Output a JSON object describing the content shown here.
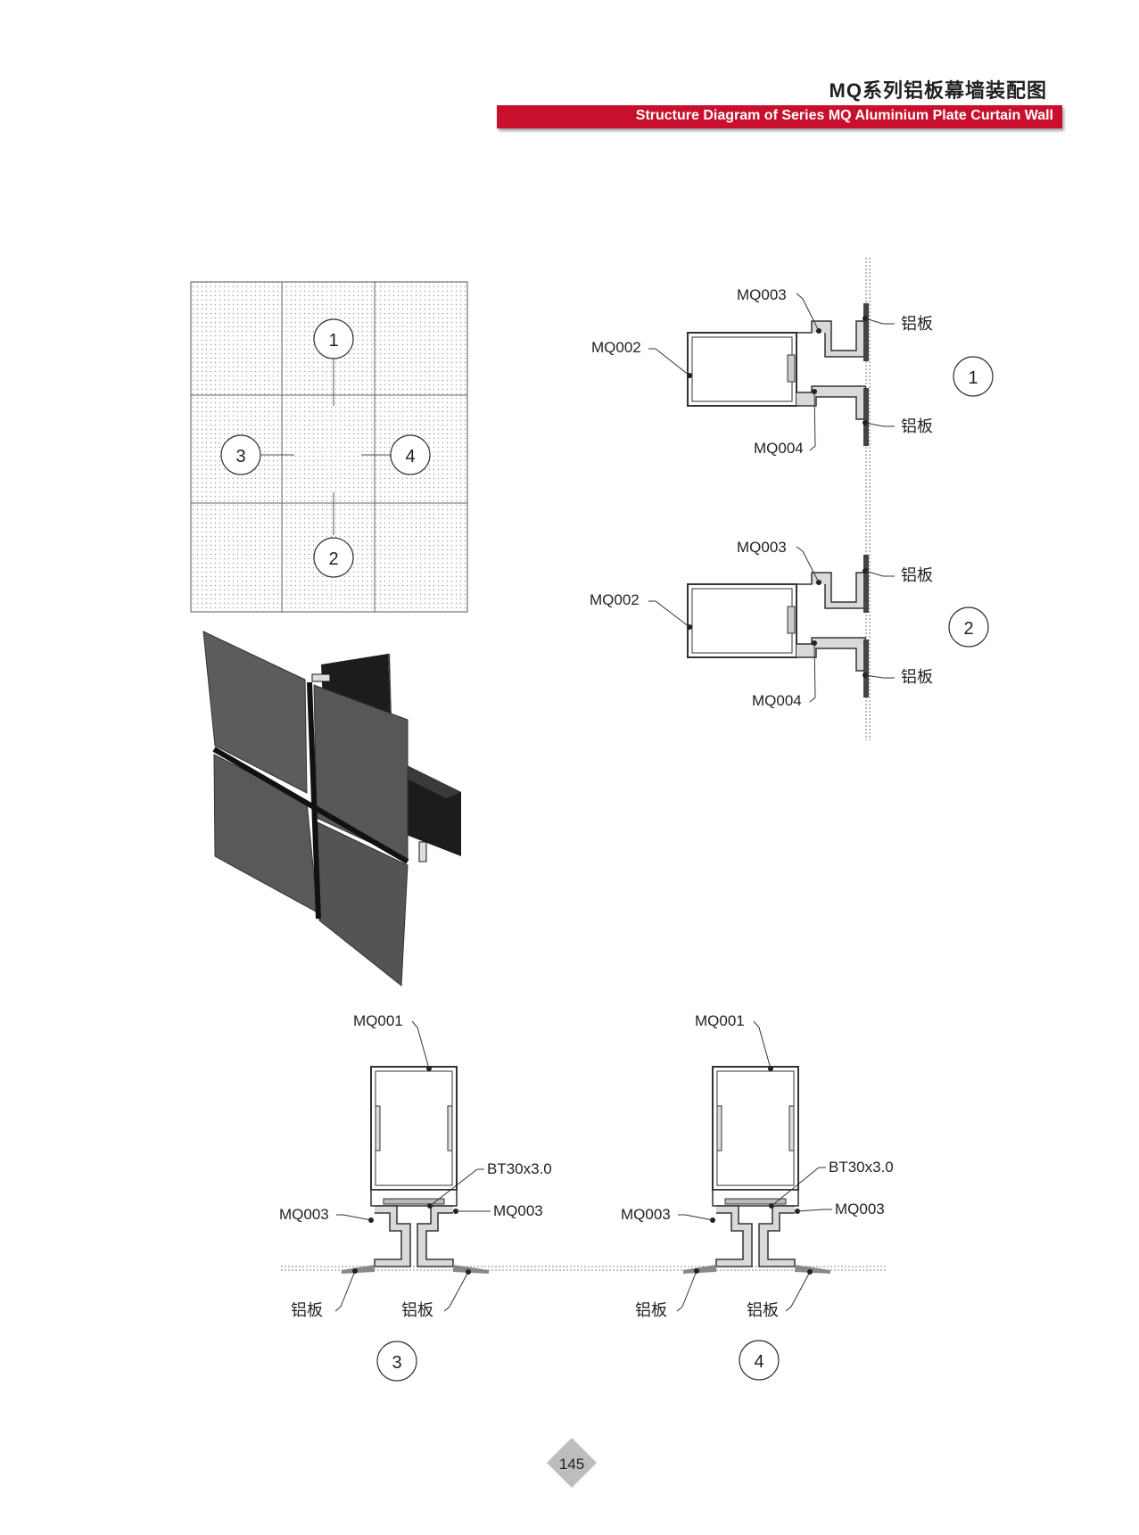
{
  "header": {
    "title_cn": "MQ系列铝板幕墙装配图",
    "title_en": "Structure Diagram of Series MQ Aluminium Plate Curtain Wall"
  },
  "elevation": {
    "markers": [
      "1",
      "2",
      "3",
      "4"
    ]
  },
  "section_vertical": {
    "detail1": {
      "marker": "1",
      "labels": {
        "top_adapter": "MQ003",
        "transom": "MQ002",
        "bottom_adapter": "MQ004",
        "panel_top": "铝板",
        "panel_bottom": "铝板"
      }
    },
    "detail2": {
      "marker": "2",
      "labels": {
        "top_adapter": "MQ003",
        "transom": "MQ002",
        "bottom_adapter": "MQ004",
        "panel_top": "铝板",
        "panel_bottom": "铝板"
      }
    }
  },
  "section_horizontal": {
    "detail3": {
      "marker": "3",
      "labels": {
        "mullion": "MQ001",
        "bolt": "BT30x3.0",
        "adapter_left": "MQ003",
        "adapter_right": "MQ003",
        "panel_left": "铝板",
        "panel_right": "铝板"
      }
    },
    "detail4": {
      "marker": "4",
      "labels": {
        "mullion": "MQ001",
        "bolt": "BT30x3.0",
        "adapter_left": "MQ003",
        "adapter_right": "MQ003",
        "panel_left": "铝板",
        "panel_right": "铝板"
      }
    }
  },
  "footer": {
    "page_number": "145"
  },
  "colors": {
    "accent": "#c8102e",
    "panel_dark": "#5a5a5a",
    "frame_black": "#222222"
  }
}
